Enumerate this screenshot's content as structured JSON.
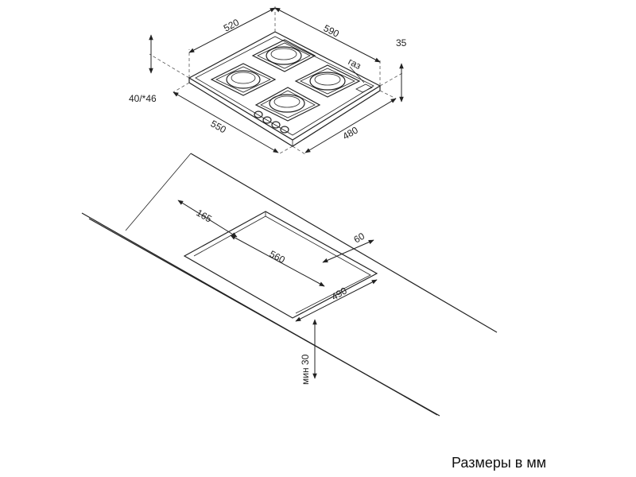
{
  "hob": {
    "dim_depth_top": "520",
    "dim_width_top": "590",
    "dim_height": "35",
    "dim_gas": "газ",
    "dim_cut_height": "40/*46",
    "dim_depth_bottom": "550",
    "dim_width_bottom": "480"
  },
  "cutout": {
    "dim_back": "165",
    "dim_length": "560",
    "dim_side": "60",
    "dim_width": "490",
    "dim_min": "мин 30"
  },
  "caption": "Размеры в мм"
}
